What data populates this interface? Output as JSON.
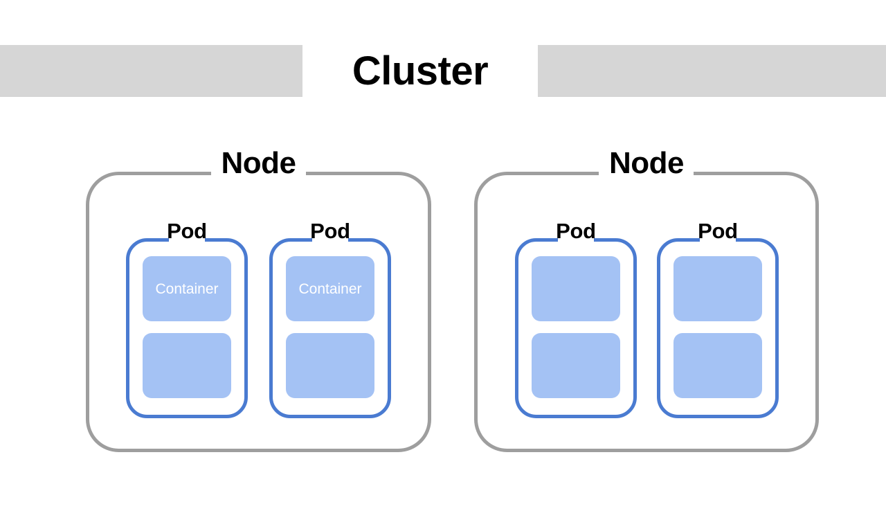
{
  "diagram": {
    "title": "Cluster",
    "title_band_color": "#d6d6d6",
    "background_color": "#ffffff",
    "node_border_color": "#9e9e9e",
    "pod_border_color": "#4a7bd1",
    "container_fill_color": "#a4c2f4",
    "container_text_color": "#ffffff",
    "label_text_color": "#000000"
  },
  "nodes": [
    {
      "label": "Node",
      "pods": [
        {
          "label": "Pod",
          "containers": [
            {
              "label": "Container"
            },
            {
              "label": ""
            }
          ]
        },
        {
          "label": "Pod",
          "containers": [
            {
              "label": "Container"
            },
            {
              "label": ""
            }
          ]
        }
      ]
    },
    {
      "label": "Node",
      "pods": [
        {
          "label": "Pod",
          "containers": [
            {
              "label": ""
            },
            {
              "label": ""
            }
          ]
        },
        {
          "label": "Pod",
          "containers": [
            {
              "label": ""
            },
            {
              "label": ""
            }
          ]
        }
      ]
    }
  ]
}
